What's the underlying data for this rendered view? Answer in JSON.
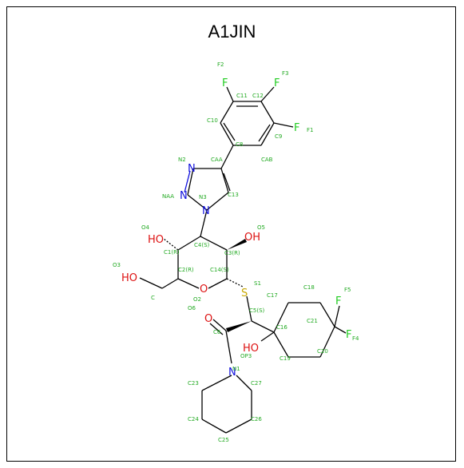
{
  "title": "A1JIN",
  "colors": {
    "F": "#22cc22",
    "N": "#1010dd",
    "O": "#dd1111",
    "S": "#c8a800",
    "label": "#22aa22"
  },
  "elements": {
    "F_top": "F",
    "F_c12": "F",
    "F_c9": "F",
    "F_c21a": "F",
    "F_c21b": "F",
    "N2": "N",
    "NAA": "N",
    "N3": "N",
    "N1": "N",
    "O4": "HO",
    "O5": "OH",
    "O3": "HO",
    "O2": "O",
    "O6": "O",
    "OP3": "HO",
    "S1": "S"
  },
  "labels": {
    "F2": "F2",
    "F3": "F3",
    "F1": "F1",
    "F5": "F5",
    "F4": "F4",
    "C11": "C11",
    "C12": "C12",
    "C10": "C10",
    "C9": "C9",
    "C8": "C8",
    "CAA": "CAA",
    "CAB": "CAB",
    "N2": "N2",
    "NAA": "NAA",
    "N3": "N3",
    "C13": "C13",
    "O4": "O4",
    "O5": "O5",
    "C1R": "C1(R)",
    "C4S": "C4(S)",
    "C3R": "C3(R)",
    "O3": "O3",
    "C2R": "C2(R)",
    "C14S": "C14(S)",
    "S1": "S1",
    "O2": "O2",
    "C": "C",
    "C17": "C17",
    "C18": "C18",
    "O6": "O6",
    "C5S": "C5(S)",
    "C21": "C21",
    "C6": "C6",
    "C16": "C16",
    "OP3": "OP3",
    "C20": "C20",
    "C19": "C19",
    "N1": "N1",
    "C23": "C23",
    "C27": "C27",
    "C24": "C24",
    "C26": "C26",
    "C25": "C25"
  }
}
